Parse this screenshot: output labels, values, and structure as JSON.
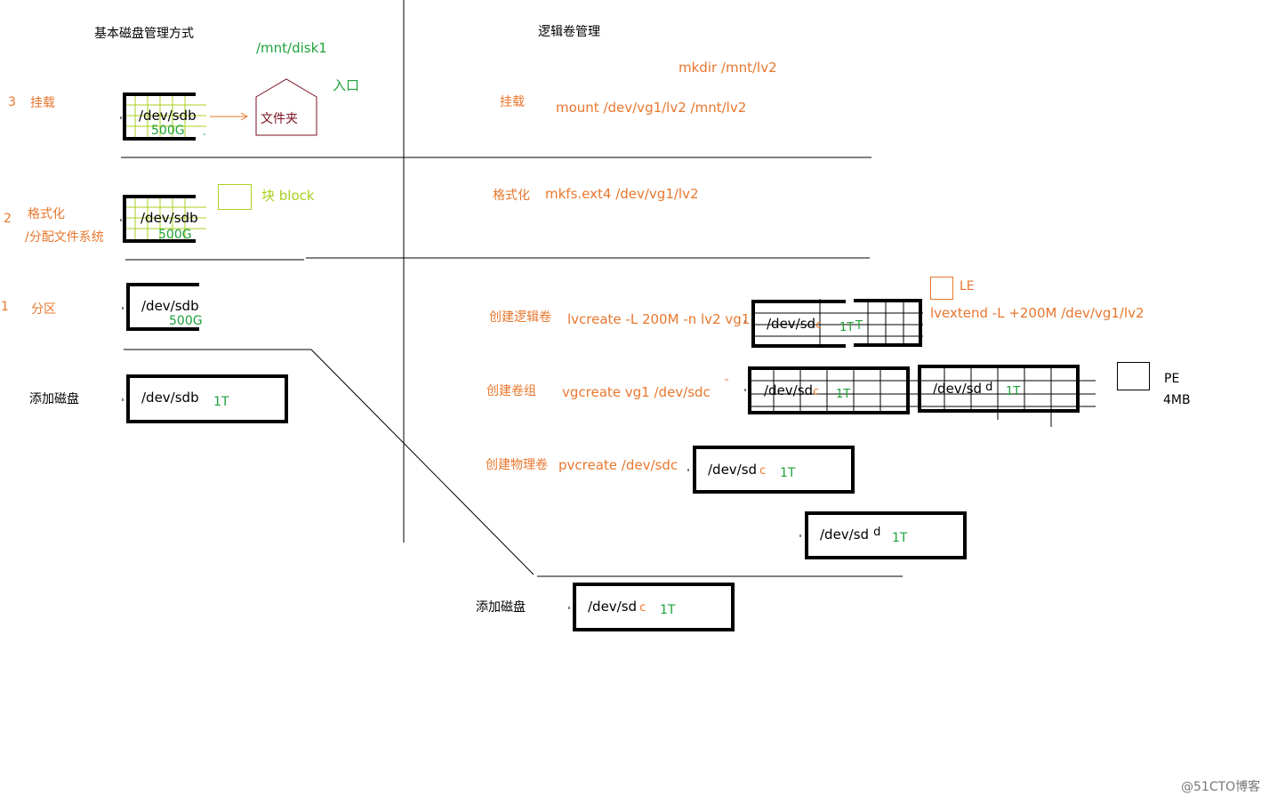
{
  "colors": {
    "orange": "#e8772e",
    "green": "#1fa33b",
    "lime": "#a8d11e",
    "dark_red": "#7a1020",
    "black": "#000000"
  },
  "left": {
    "title": "基本磁盘管理方式",
    "mount_path": "/mnt/disk1",
    "entry_label": "入口",
    "folder_label": "文件夹",
    "block_label": "块 block",
    "step3_number": "3",
    "step3_label": "挂载",
    "step2_number": "2",
    "step2_label_a": "格式化",
    "step2_label_b": "/分配文件系统",
    "step1_number": "1",
    "step1_label": "分区",
    "add_disk_label": "添加磁盘",
    "disk_mount": {
      "name": "/dev/sdb",
      "size": "500G"
    },
    "disk_format": {
      "name": "/dev/sdb",
      "size": "500G"
    },
    "disk_partition": {
      "name": "/dev/sdb",
      "size": "500G"
    },
    "disk_add": {
      "name": "/dev/sdb",
      "size": "1T"
    }
  },
  "right": {
    "title": "逻辑卷管理",
    "mkdir_cmd": "mkdir /mnt/lv2",
    "mount_label": "挂载",
    "mount_cmd": "mount /dev/vg1/lv2 /mnt/lv2",
    "format_label": "格式化",
    "format_cmd": "mkfs.ext4 /dev/vg1/lv2",
    "le_label": "LE",
    "lvcreate_label": "创建逻辑卷",
    "lvcreate_cmd": "lvcreate -L 200M -n lv2 vg1",
    "lvextend_cmd": "lvextend -L +200M /dev/vg1/lv2",
    "vgcreate_label": "创建卷组",
    "vgcreate_cmd": "vgcreate  vg1   /dev/sdc",
    "pe_label": "PE",
    "pe_size": "4MB",
    "pvcreate_label": "创建物理卷",
    "pvcreate_cmd": "pvcreate  /dev/sdc",
    "add_disk_label": "添加磁盘",
    "lv_disk": {
      "name": "/dev/sd",
      "letter": "c",
      "size": "1T",
      "size_b": "T"
    },
    "vg_disk_c": {
      "name": "/dev/sd",
      "letter": "c",
      "size": "1T"
    },
    "vg_disk_d": {
      "name": "/dev/sd",
      "letter": "d",
      "size": "1T"
    },
    "pv_disk_c": {
      "name": "/dev/sd",
      "letter": "c",
      "size": "1T"
    },
    "pv_disk_d": {
      "name": "/dev/sd",
      "letter": "d",
      "size": "1T"
    },
    "add_disk": {
      "name": "/dev/sd",
      "letter": "c",
      "size": "1T"
    }
  },
  "watermark": "@51CTO博客"
}
